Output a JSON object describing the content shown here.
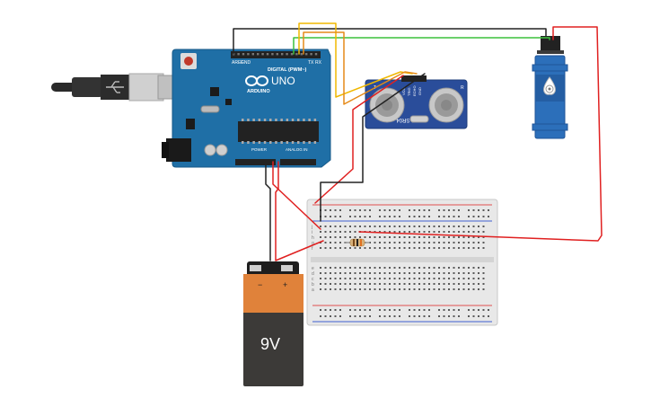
{
  "arduino": {
    "brand": "ARDUINO",
    "model": "UNO",
    "digital_label": "DIGITAL (PWM~)",
    "power_label": "POWER",
    "analog_label": "ANALOG IN",
    "aref_label": "AREF",
    "gnd_label": "GND",
    "tx_label": "TX",
    "rx_label": "RX"
  },
  "sensor": {
    "model": "HC-SR04",
    "pins": [
      "VCC",
      "TRIG",
      "ECHO",
      "GND"
    ],
    "transmit_label": "T",
    "receive_label": "R"
  },
  "battery": {
    "voltage": "9V",
    "minus": "−",
    "plus": "+"
  },
  "breadboard": {
    "row_letters_top": [
      "j",
      "i",
      "h",
      "g",
      "f"
    ],
    "row_letters_bottom": [
      "e",
      "d",
      "c",
      "b",
      "a"
    ]
  },
  "colors": {
    "arduino_board": "#1f6fa6",
    "sensor_board": "#2a4d9a",
    "servo_body": "#2c6fba",
    "battery_body": "#3c3a38",
    "battery_label": "#e0823a",
    "wire_red": "#e02020",
    "wire_black": "#222222",
    "wire_green": "#3cc13c",
    "wire_yellow": "#f0b800",
    "wire_orange": "#e58a18"
  }
}
